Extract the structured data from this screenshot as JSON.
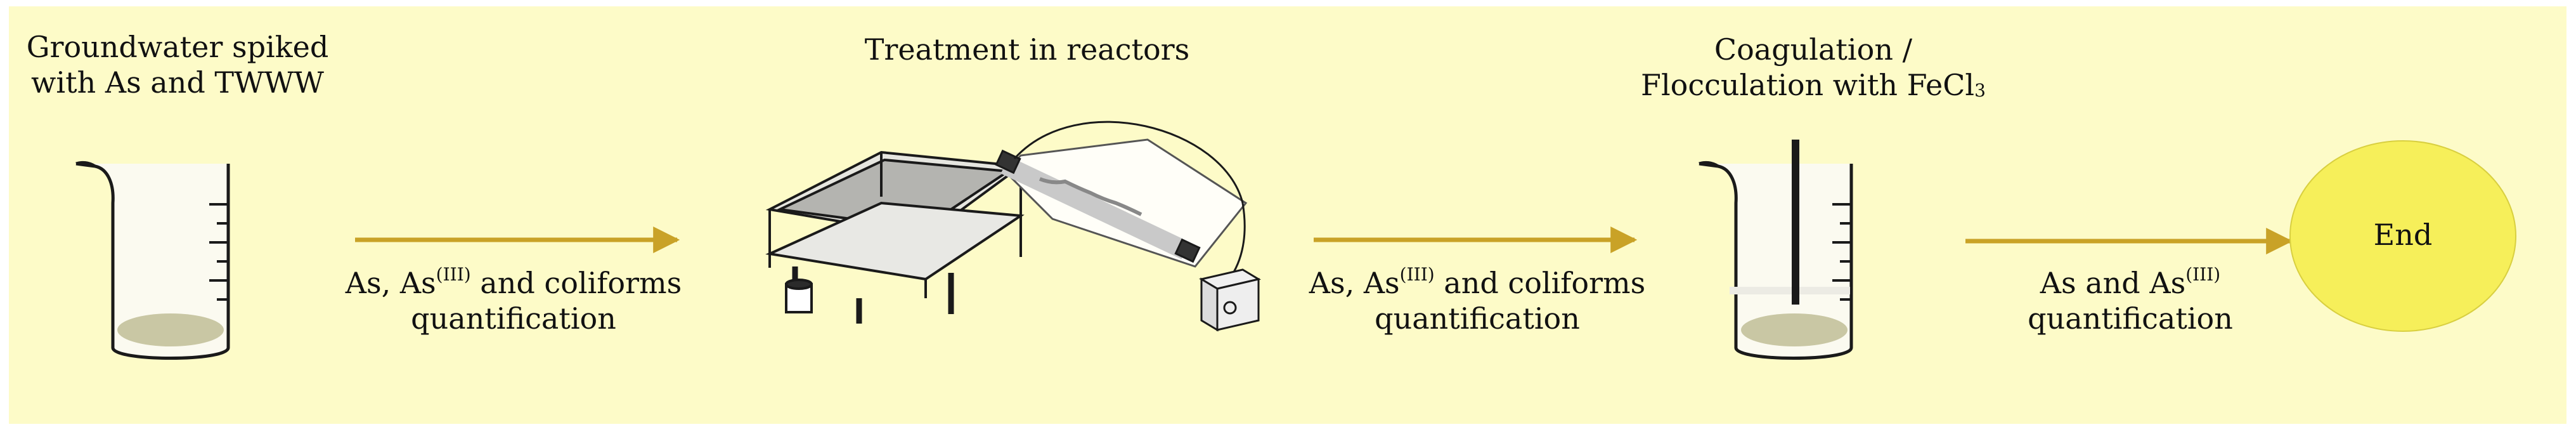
{
  "steps": {
    "groundwater": {
      "line1": "Groundwater spiked",
      "line2": "with As and TWWW"
    },
    "treatment": {
      "title": "Treatment in reactors"
    },
    "coagulation": {
      "line1": "Coagulation /",
      "line2_pre": "Flocculation with FeCl",
      "line2_sub": "3"
    },
    "end": {
      "label": "End"
    }
  },
  "arrows": {
    "a1": {
      "l1_pre": "As, As",
      "l1_sup": "(III)",
      "l1_post": " and coliforms",
      "l2": "quantification"
    },
    "a2": {
      "l1_pre": "As, As",
      "l1_sup": "(III)",
      "l1_post": " and coliforms",
      "l2": "quantification"
    },
    "a3": {
      "l1_pre": "As and As",
      "l1_sup": "(III)",
      "l2": "quantification"
    }
  },
  "colors": {
    "background": "#fdfbc8",
    "arrow": "#c9a227",
    "end_fill": "#f6ef5a",
    "sediment": "#c9c7a4"
  },
  "icons": [
    "beaker-icon",
    "reactor-icon",
    "uv-tube-icon",
    "beaker-stirrer-icon"
  ]
}
